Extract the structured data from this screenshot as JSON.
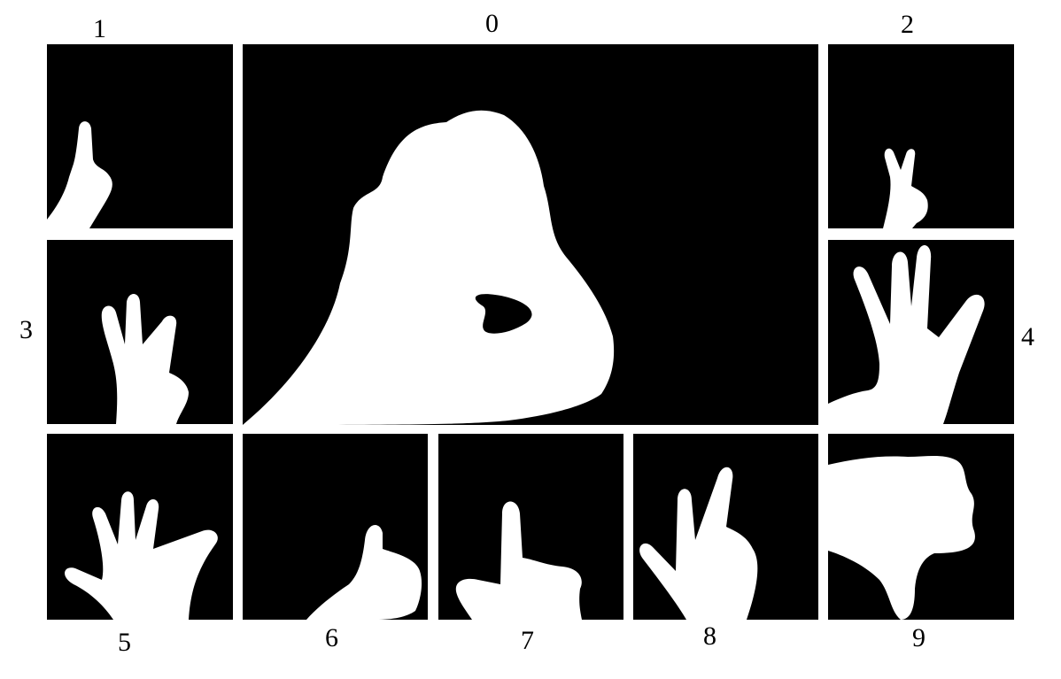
{
  "figure": {
    "panels": [
      {
        "label": "0",
        "gesture_icon": "hand-silhouette-fist-icon"
      },
      {
        "label": "1",
        "gesture_icon": "hand-silhouette-one-finger-icon"
      },
      {
        "label": "2",
        "gesture_icon": "hand-silhouette-two-fingers-icon"
      },
      {
        "label": "3",
        "gesture_icon": "hand-silhouette-three-fingers-icon"
      },
      {
        "label": "4",
        "gesture_icon": "hand-silhouette-four-fingers-icon"
      },
      {
        "label": "5",
        "gesture_icon": "hand-silhouette-open-palm-icon"
      },
      {
        "label": "6",
        "gesture_icon": "hand-silhouette-thumbs-up-icon"
      },
      {
        "label": "7",
        "gesture_icon": "hand-silhouette-thumb-index-icon"
      },
      {
        "label": "8",
        "gesture_icon": "hand-silhouette-three-fingers-alt-icon"
      },
      {
        "label": "9",
        "gesture_icon": "hand-silhouette-thumbs-down-icon"
      }
    ],
    "colors": {
      "background": "#ffffff",
      "panel": "#000000",
      "hand": "#ffffff",
      "label": "#000000"
    }
  }
}
